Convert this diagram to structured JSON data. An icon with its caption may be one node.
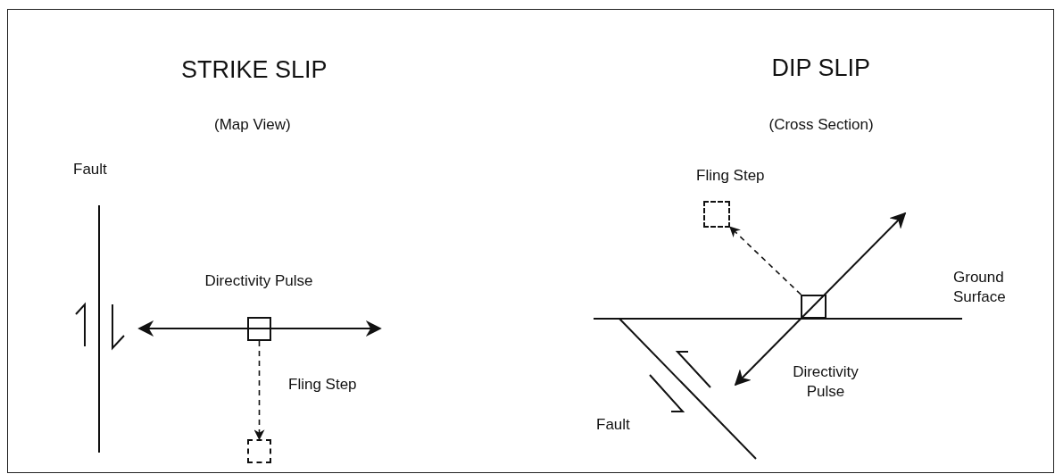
{
  "diagram": {
    "nodes": [
      {
        "text": [],
        "shape": "box"
      },
      {
        "text": [],
        "shape": "box"
      },
      {
        "text": [],
        "shape": "box"
      },
      {
        "text": [],
        "shape": "box"
      }
    ],
    "edges": [
      {
        "from": 0,
        "to": 1,
        "arrow": "to",
        "style": "dashed"
      },
      {
        "from": 3,
        "to": 2,
        "arrow": "to",
        "style": "dashed"
      }
    ],
    "labels": [
      "STRIKE SLIP",
      "(Map View)",
      "Fault",
      "Directivity Pulse",
      "Fling Step",
      "DIP SLIP",
      "(Cross Section)",
      "Fling Step",
      "Ground Surface",
      "Directivity Pulse",
      "Fault"
    ]
  }
}
